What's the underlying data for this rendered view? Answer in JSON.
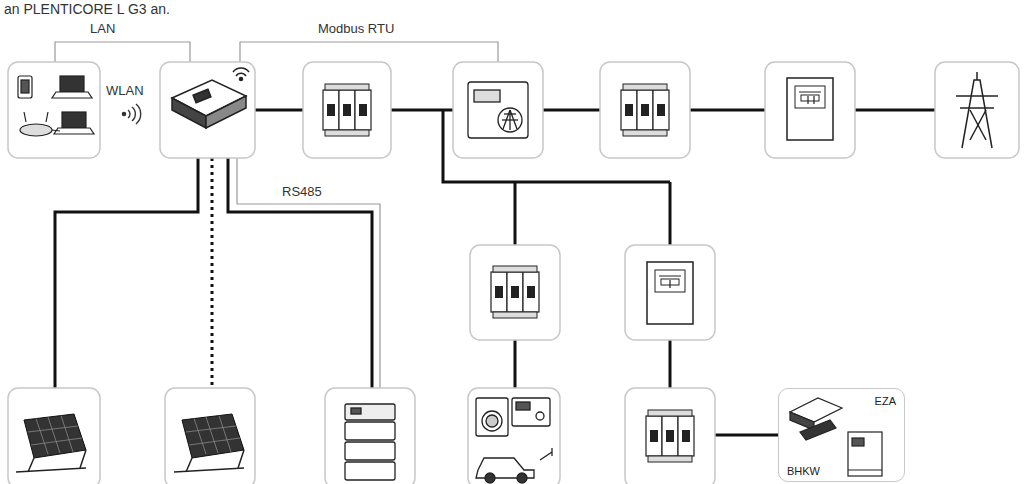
{
  "diagram": {
    "nodes": [
      {
        "text": [
          "EZA",
          "BHKW"
        ]
      }
    ],
    "labels": [
      "an PLENTICORE L G3 an.",
      "LAN",
      "Modbus RTU",
      "WLAN",
      "RS485"
    ]
  }
}
